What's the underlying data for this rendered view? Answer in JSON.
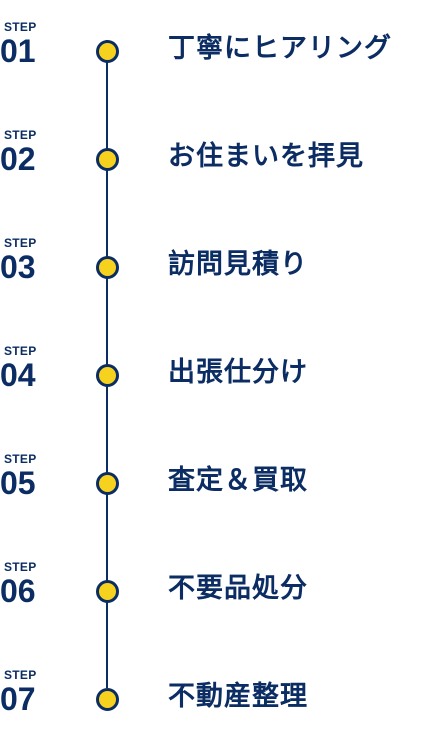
{
  "steps": [
    {
      "label": "STEP",
      "number": "01",
      "title": "丁寧にヒアリング"
    },
    {
      "label": "STEP",
      "number": "02",
      "title": "お住まいを拝見"
    },
    {
      "label": "STEP",
      "number": "03",
      "title": "訪問見積り"
    },
    {
      "label": "STEP",
      "number": "04",
      "title": "出張仕分け"
    },
    {
      "label": "STEP",
      "number": "05",
      "title": "査定＆買取"
    },
    {
      "label": "STEP",
      "number": "06",
      "title": "不要品処分"
    },
    {
      "label": "STEP",
      "number": "07",
      "title": "不動産整理"
    }
  ],
  "colors": {
    "navy": "#0b2d63",
    "dot_fill": "#f6d21f"
  }
}
